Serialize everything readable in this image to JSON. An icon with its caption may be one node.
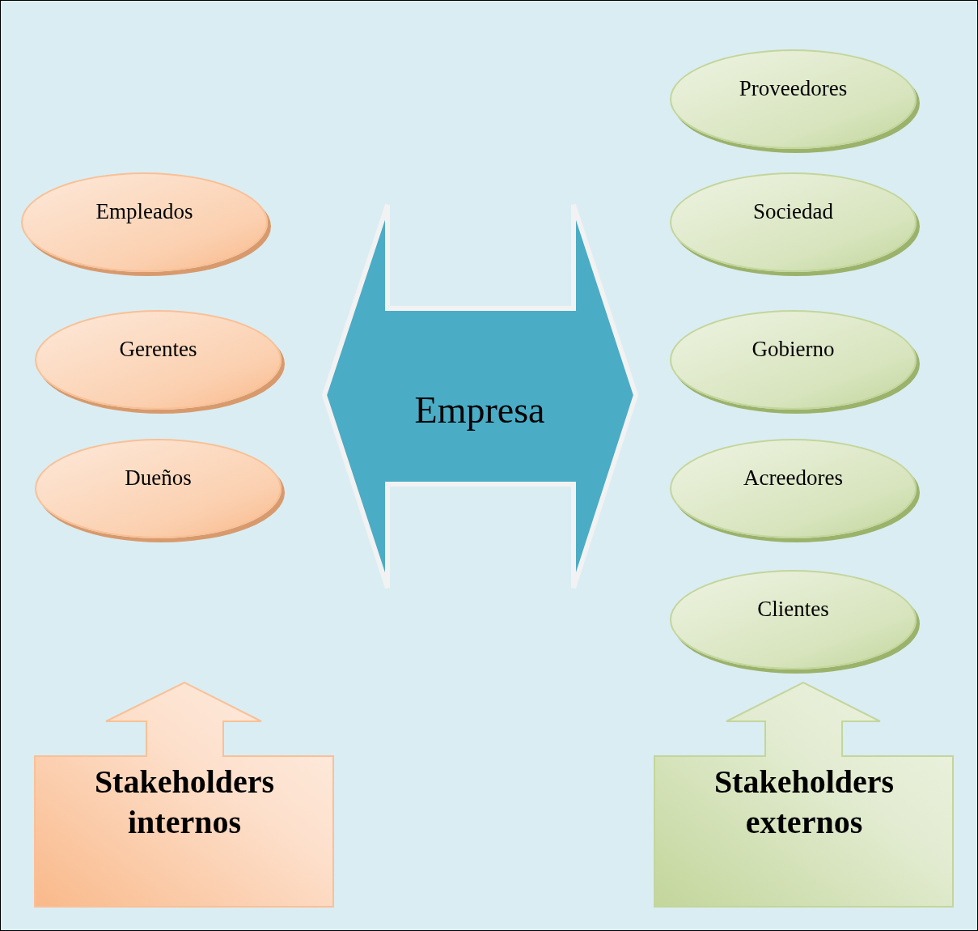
{
  "diagram": {
    "nodes": [
      {
        "text": [
          "Empleados"
        ]
      },
      {
        "text": [
          "Gerentes"
        ]
      },
      {
        "text": [
          "Dueños"
        ]
      },
      {
        "text": [
          "Empresa"
        ]
      },
      {
        "text": [
          "Proveedores"
        ]
      },
      {
        "text": [
          "Sociedad"
        ]
      },
      {
        "text": [
          "Gobierno"
        ]
      },
      {
        "text": [
          "Acreedores"
        ]
      },
      {
        "text": [
          "Clientes"
        ]
      },
      {
        "text": [
          "Stakeholders internos"
        ]
      },
      {
        "text": [
          "Stakeholders externos"
        ]
      }
    ]
  }
}
